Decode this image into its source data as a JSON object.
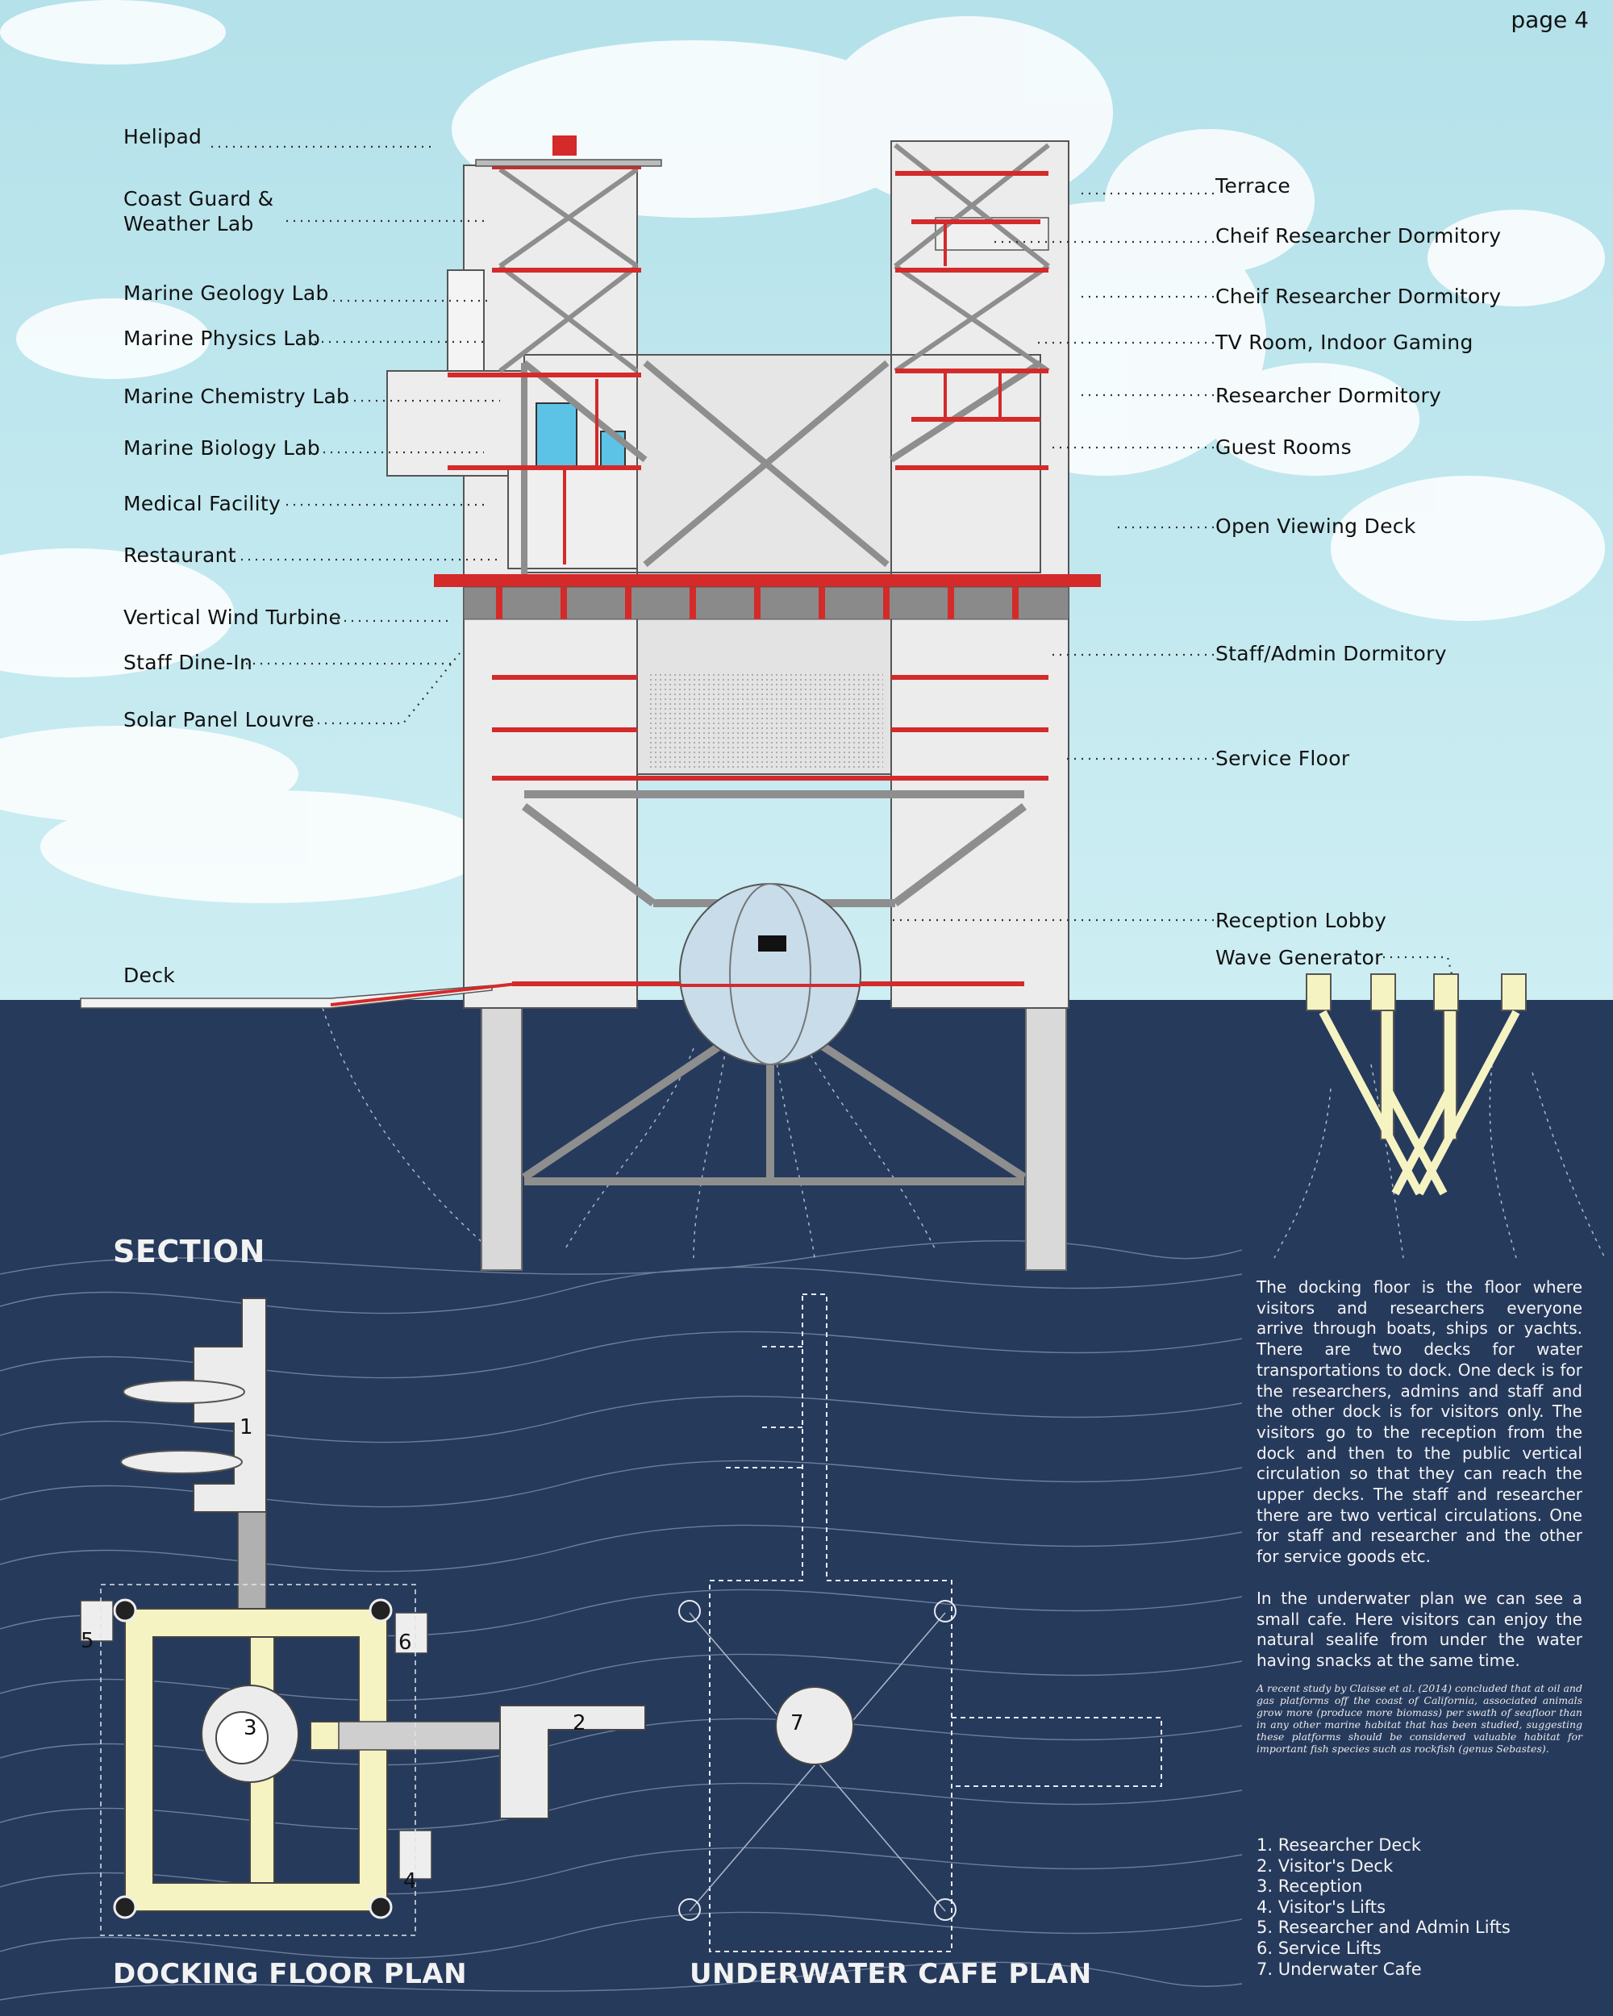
{
  "page": "page 4",
  "section_title": "SECTION",
  "plan_titles": {
    "docking": "DOCKING FLOOR PLAN",
    "underwater": "UNDERWATER CAFE PLAN"
  },
  "left_labels": [
    "Helipad",
    "Coast Guard &\nWeather Lab",
    "Marine Geology Lab",
    "Marine Physics Lab",
    "Marine Chemistry Lab",
    "Marine Biology Lab",
    "Medical Facility",
    "Restaurant",
    "Vertical Wind Turbine",
    "Staff Dine-In",
    "Solar Panel Louvre",
    "Deck"
  ],
  "right_labels": [
    "Terrace",
    "Cheif Researcher Dormitory",
    "Cheif Researcher Dormitory",
    "TV Room, Indoor Gaming",
    "Researcher Dormitory",
    "Guest Rooms",
    "Open Viewing Deck",
    "Staff/Admin Dormitory",
    "Service Floor",
    "Reception Lobby",
    "Wave Generator"
  ],
  "description": {
    "p1": "The docking floor is the floor where visitors and researchers everyone arrive through boats, ships or yachts. There are two decks for water transportations to dock. One deck is for the researchers, admins and staff and the other dock is for visitors only. The visitors go to the reception from the dock and then to the public vertical circulation so that they can reach the upper decks. The staff and researcher there are two vertical circulations. One for staff and researcher and the other for service goods etc.",
    "p2": "In the underwater plan we can see a small cafe. Here visitors can enjoy the natural sealife from under the water having snacks at the same time.",
    "p3": "A recent study by Claisse et al. (2014) concluded that at oil and gas platforms off the coast of California, associated animals grow more (produce more biomass) per swath of seafloor than in any other marine habitat that has been studied, suggesting these platforms should be considered valuable habitat for important fish species such as rockfish (genus Sebastes)."
  },
  "legend": [
    "1. Researcher Deck",
    "2. Visitor's Deck",
    "3. Reception",
    "4. Visitor's Lifts",
    "5. Researcher and Admin Lifts",
    "6. Service Lifts",
    "7. Underwater Cafe"
  ],
  "plan_numbers": [
    "1",
    "2",
    "3",
    "4",
    "5",
    "6",
    "7"
  ],
  "colors": {
    "sky": "#bfe6ee",
    "sea": "#263a5c",
    "structure_red": "#d42a2a",
    "steel": "#8e8e8e",
    "glass": "#eaeaea",
    "deck_yellow": "#f6f3c3"
  }
}
